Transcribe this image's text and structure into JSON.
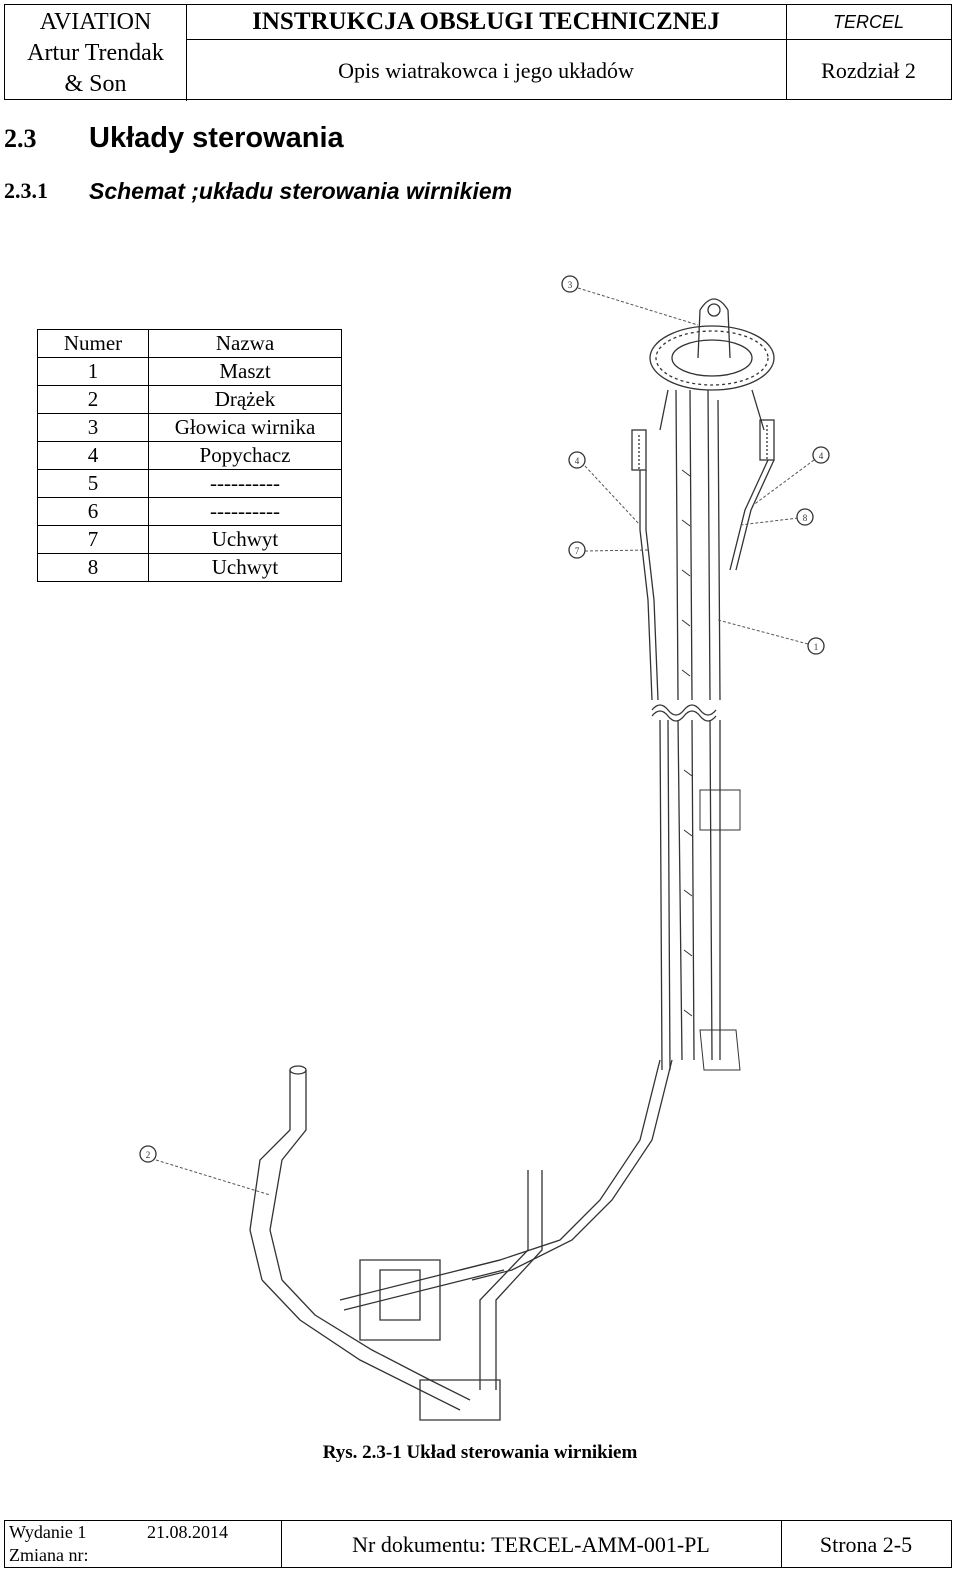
{
  "header": {
    "company": [
      "AVIATION",
      "Artur Trendak",
      "& Son"
    ],
    "title": "INSTRUKCJA OBSŁUGI TECHNICZNEJ",
    "subtitle": "Opis wiatrakowca i jego układów",
    "brand": "TERCEL",
    "chapter": "Rozdział  2"
  },
  "section": {
    "number": "2.3",
    "title": "Układy sterowania"
  },
  "subsection": {
    "number": "2.3.1",
    "title": "Schemat ;układu sterowania wirnikiem"
  },
  "parts_table": {
    "headers": [
      "Numer",
      "Nazwa"
    ],
    "rows": [
      [
        "1",
        "Maszt"
      ],
      [
        "2",
        "Drążek"
      ],
      [
        "3",
        "Głowica wirnika"
      ],
      [
        "4",
        "Popychacz"
      ],
      [
        "5",
        "----------"
      ],
      [
        "6",
        "----------"
      ],
      [
        "7",
        "Uchwyt"
      ],
      [
        "8",
        "Uchwyt"
      ]
    ]
  },
  "callouts": [
    "3",
    "4",
    "4",
    "8",
    "7",
    "1",
    "2"
  ],
  "figure_caption": "Rys. 2.3-1 Układ sterowania wirnikiem",
  "footer": {
    "edition": "Wydanie 1",
    "date": "21.08.2014",
    "change": "Zmiana nr:",
    "document": "Nr dokumentu:  TERCEL-AMM-001-PL",
    "page": "Strona  2-5"
  }
}
